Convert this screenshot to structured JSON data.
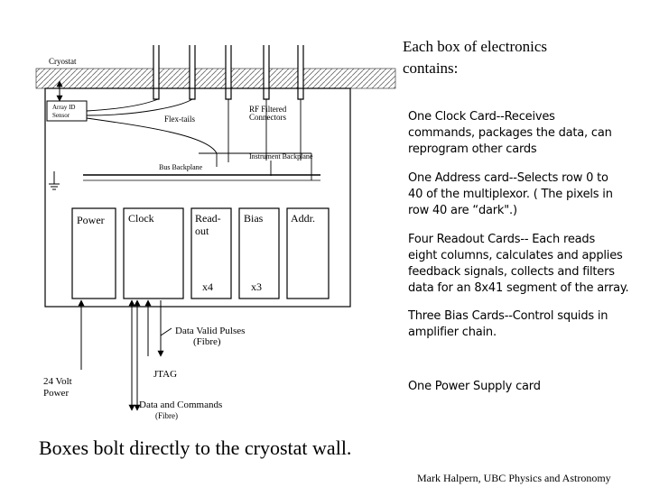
{
  "heading": {
    "line1": "Each box of electronics",
    "line2": "contains:"
  },
  "items": [
    {
      "lines": [
        "One Clock Card--Receives",
        "commands, packages the data, can",
        "reprogram other cards"
      ]
    },
    {
      "lines": [
        "One Address card--Selects row 0 to",
        "40 of the multiplexor. ( The pixels in",
        "row 40 are “dark\".)"
      ]
    },
    {
      "lines": [
        "Four Readout Cards-- Each reads",
        "eight columns, calculates and applies",
        "feedback signals,  collects and filters",
        "data for an 8x41 segment of the array."
      ]
    },
    {
      "lines": [
        "Three Bias Cards--Control squids in",
        "amplifier chain."
      ]
    },
    {
      "lines": [
        "One Power Supply card"
      ]
    }
  ],
  "footer": "Boxes bolt directly to the cryostat wall.",
  "credit": "Mark Halpern, UBC Physics and Astronomy",
  "diagram": {
    "cryostat": "Cryostat",
    "array_id_1": "Array ID",
    "array_id_2": "Sensor",
    "flex_tails": "Flex-tails",
    "rf_filtered_1": "RF Filtered",
    "rf_filtered_2": "Connectors",
    "instrument_backplane": "Instrument Backplane",
    "bus_backplane": "Bus Backplane",
    "power": "Power",
    "clock": "Clock",
    "readout_1": "Read-",
    "readout_2": "out",
    "readout_mult": "x4",
    "bias": "Bias",
    "bias_mult": "x3",
    "addr": "Addr.",
    "dv_pulses_1": "Data Valid Pulses",
    "dv_pulses_2": "(Fibre)",
    "volt_1": "24 Volt",
    "volt_2": "Power",
    "jtag": "JTAG",
    "data_cmd_1": "Data and Commands",
    "data_cmd_2": "(Fibre)"
  }
}
